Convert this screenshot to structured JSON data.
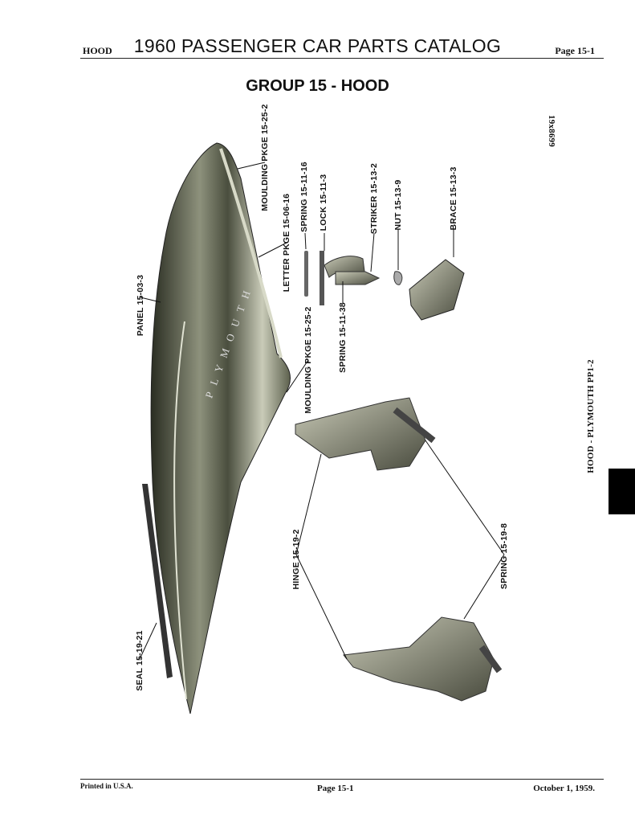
{
  "header": {
    "section": "HOOD",
    "title": "1960 PASSENGER CAR PARTS CATALOG",
    "page": "Page 15-1"
  },
  "group_title": "GROUP 15 - HOOD",
  "figure_number": "19x8699",
  "side_label": "HOOD - PLYMOUTH PP1-2",
  "hood_lettering": "PLYMOUTH",
  "callouts": {
    "moulding_top": "MOULDING PKGE 15-25-2",
    "letter_pkge": "LETTER PKGE 15-06-16",
    "spring_lock": "SPRING 15-11-16",
    "lock": "LOCK 15-11-3",
    "striker": "STRIKER 15-13-2",
    "nut": "NUT 15-13-9",
    "brace": "BRACE 15-13-3",
    "spring_small": "SPRING 15-11-38",
    "moulding_lower": "MOULDING PKGE 15-25-2",
    "panel": "PANEL 15-03-3",
    "hinge": "HINGE 15-19-2",
    "spring_hinge": "SPRING 15-19-8",
    "seal": "SEAL 15-19-21"
  },
  "footer": {
    "printed": "Printed in U.S.A.",
    "page": "Page 15-1",
    "date": "October 1, 1959."
  }
}
